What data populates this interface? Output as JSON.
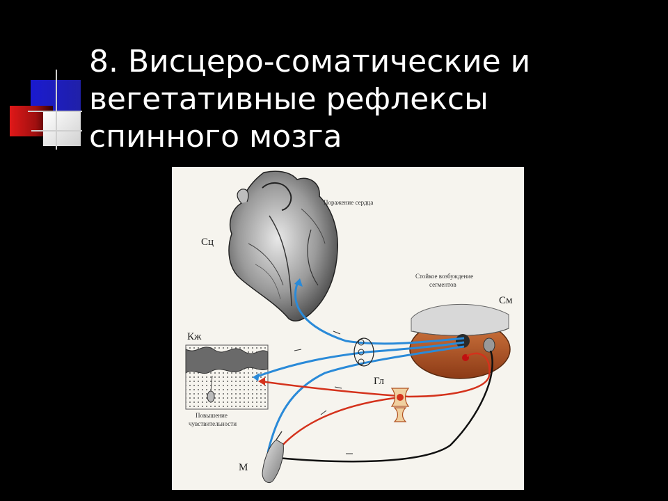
{
  "slide": {
    "title": "8. Висцеро-соматические и вегетативные рефлексы спинного мозга"
  },
  "diagram": {
    "labels": {
      "heart": "Сц",
      "heart_caption": "Поражение сердца",
      "spinal_cord": "См",
      "segments_caption_line1": "Стойкое возбуждение",
      "segments_caption_line2": "сегментов",
      "skin": "Кж",
      "skin_caption_line1": "Повышение",
      "skin_caption_line2": "чувствительности",
      "ganglion": "Гл",
      "muscle": "М"
    },
    "colors": {
      "afferent": "#2a8ad8",
      "efferent_vegetative": "#d4321c",
      "efferent_somatic": "#111111",
      "cord_tissue": "#b4562a",
      "cord_gray": "#d8d8d8"
    }
  }
}
